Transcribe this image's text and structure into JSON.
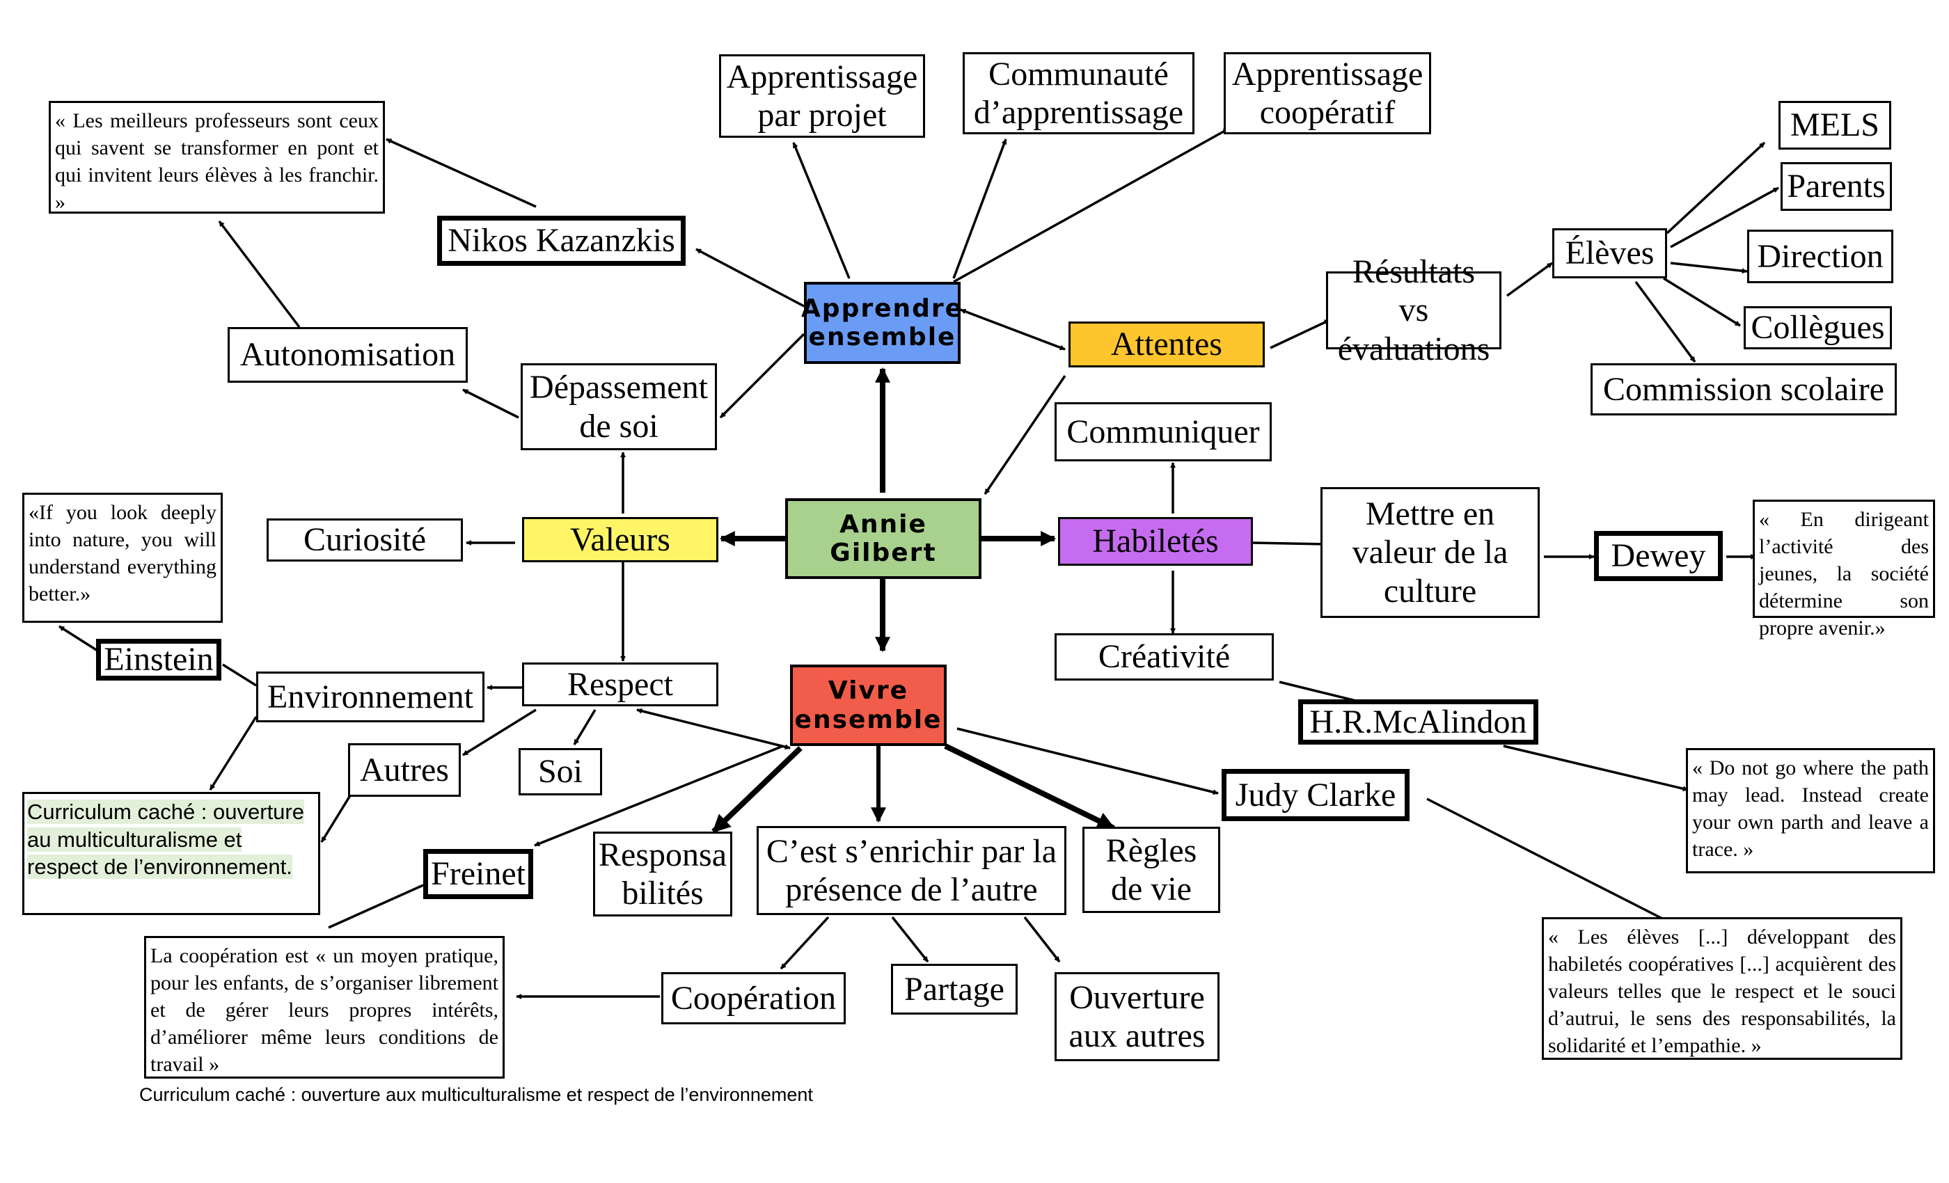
{
  "colors": {
    "center": "#a9d18e",
    "apprendre": "#6b9cf5",
    "attentes": "#ffc52e",
    "valeurs": "#fff566",
    "habiletes": "#c66cf0",
    "vivre": "#f25c4a"
  },
  "nodes": {
    "center": "Annie Gilbert",
    "apprendre": "Apprendre ensemble",
    "valeurs": "Valeurs",
    "habiletes": "Habiletés",
    "vivre": "Vivre ensemble",
    "attentes": "Attentes",
    "app_projet": "Apprentissage par projet",
    "communaute": "Communauté d’apprentissage",
    "app_coop": "Apprentissage coopératif",
    "nikos": "Nikos Kazanzkis",
    "autonomisation": "Autonomisation",
    "depassement": "Dépassement de soi",
    "curiosite": "Curiosité",
    "einstein": "Einstein",
    "environnement": "Environnement",
    "respect": "Respect",
    "autres": "Autres",
    "soi": "Soi",
    "freinet": "Freinet",
    "responsabilites": "Responsa bilités",
    "enrichir": "C’est s’enrichir par la présence de l’autre",
    "regles": "Règles de vie",
    "cooperation": "Coopération",
    "partage": "Partage",
    "ouverture": "Ouverture aux autres",
    "communiquer": "Communiquer",
    "mettre_valeur": "Mettre en valeur de la culture",
    "dewey": "Dewey",
    "creativite": "Créativité",
    "mcalindon": "H.R.McAlindon",
    "judy": "Judy Clarke",
    "resultats": "Résultats vs évaluations",
    "eleves": "Élèves",
    "mels": "MELS",
    "parents": "Parents",
    "direction": "Direction",
    "collegues": "Collègues",
    "commission": "Commission scolaire"
  },
  "quotes": {
    "nikos": "« Les meilleurs professeurs sont ceux qui savent se transformer en pont et qui invitent leurs élèves à les franchir. »",
    "einstein": "«If you look deeply into nature, you will understand everything better.»",
    "curriculum": "Curriculum caché : ouverture au multiculturalisme et respect de l’environnement.",
    "freinet": "La coopération est « un moyen pratique, pour les enfants, de s’organiser librement et de gérer leurs propres intérêts, d’améliorer même leurs conditions de travail »",
    "dewey": "« En dirigeant l’activité des jeunes, la société détermine son propre avenir.»",
    "mcalindon": "« Do not go where the path may lead. Instead create your own parth and leave a trace. »",
    "judy": "« Les élèves [...] développant des habiletés coopératives [...] acquièrent des valeurs telles que le respect et le souci d’autrui, le sens des responsabilités, la solidarité et l’empathie. »"
  },
  "caption": "Curriculum caché : ouverture aux multiculturalisme et respect de l’environnement"
}
